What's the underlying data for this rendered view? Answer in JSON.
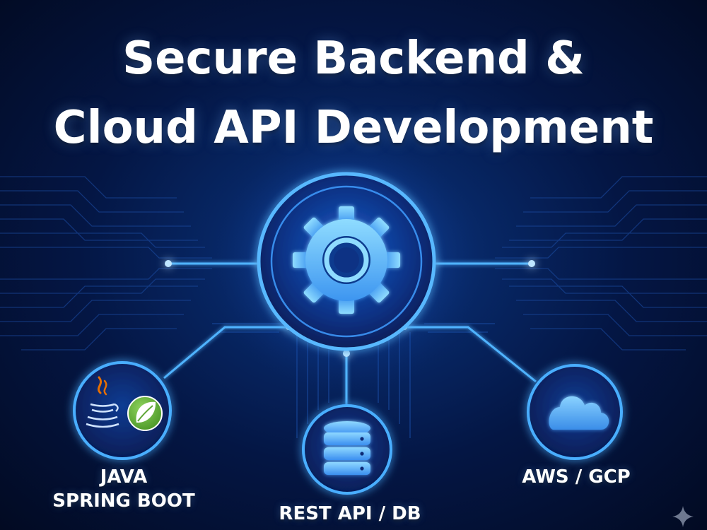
{
  "title": {
    "line1": "Secure Backend &",
    "line2": "Cloud API Development"
  },
  "nodes": {
    "java": {
      "line1": "JAVA",
      "line2": "SPRING BOOT",
      "icons": [
        "java-coffee-icon",
        "spring-leaf-icon"
      ]
    },
    "database": {
      "label": "REST API / DB",
      "icon": "database-icon"
    },
    "cloud": {
      "label": "AWS / GCP",
      "icon": "cloud-icon"
    },
    "hub": {
      "icon": "gear-icon"
    }
  },
  "colors": {
    "background": "#041644",
    "glow": "#4fb3ff",
    "line": "#2f8dff",
    "text": "#ffffff",
    "spring_green": "#6db33f",
    "java_orange": "#e76f00"
  },
  "watermark_icon": "sparkle-icon"
}
